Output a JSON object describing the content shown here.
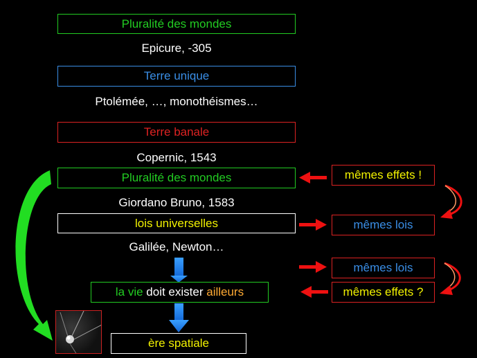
{
  "colors": {
    "background": "#000000",
    "green": "#22cc22",
    "blue": "#3a8ee6",
    "red": "#dd2222",
    "yellow": "#f2f200",
    "orange": "#ffaa33",
    "white": "#ffffff",
    "arrow_blue": "#1e90ff",
    "arrow_red": "#ee1111",
    "arrow_green": "#22dd22"
  },
  "timeline": {
    "box1": "Pluralité des mondes",
    "caption1": "Epicure, -305",
    "box2": "Terre unique",
    "caption2": "Ptolémée, …, monothéismes…",
    "box3": "Terre banale",
    "caption3": "Copernic, 1543",
    "box4": "Pluralité des mondes",
    "caption4": "Giordano Bruno, 1583",
    "box5": "lois universelles",
    "caption5": "Galilée, Newton…",
    "life": {
      "part1": "la vie",
      "part2": " doit exister ",
      "part3": "ailleurs"
    },
    "box_final": "ère spatiale"
  },
  "side": {
    "label1": "mêmes effets !",
    "label2": "mêmes lois",
    "label3": "mêmes lois",
    "label4": "mêmes effets ?"
  },
  "image": {
    "icon": "sputnik-satellite"
  }
}
